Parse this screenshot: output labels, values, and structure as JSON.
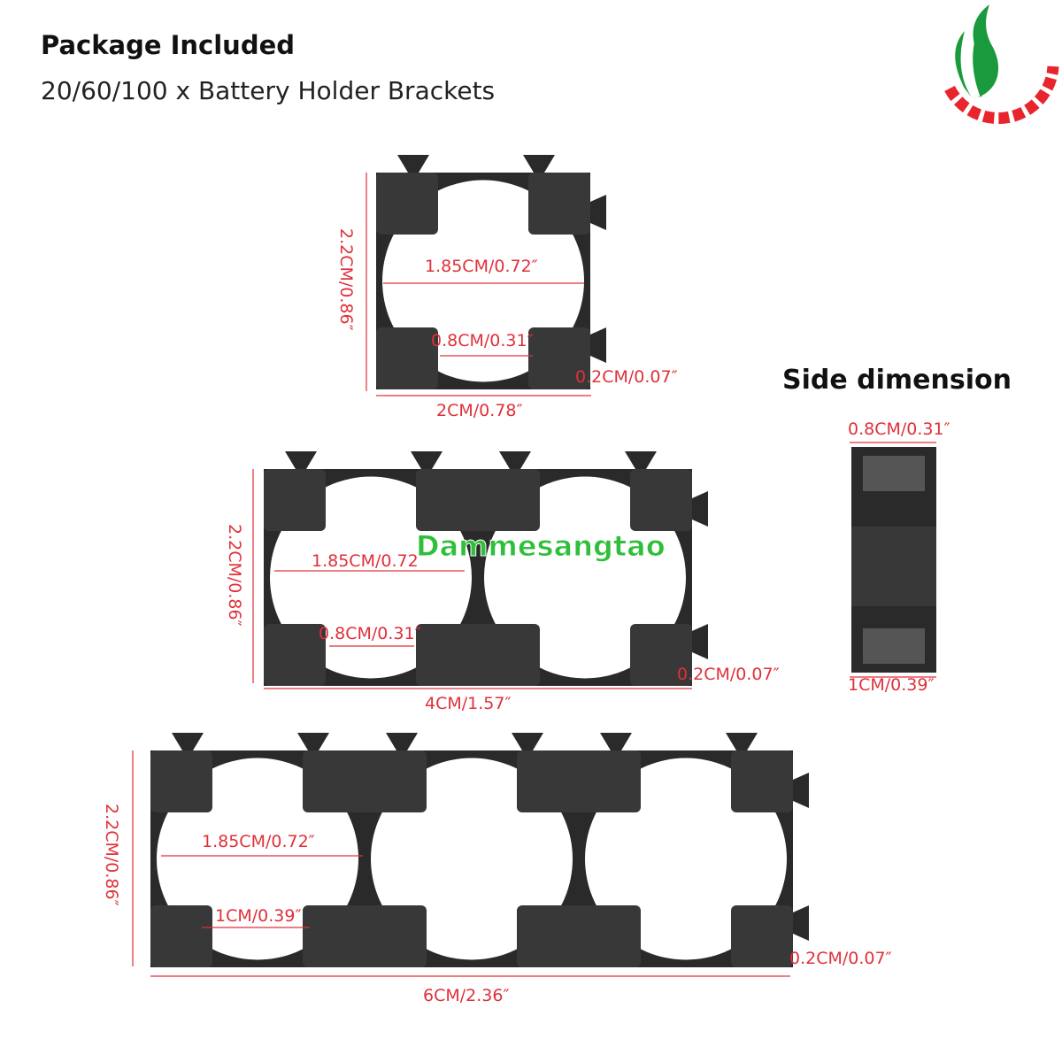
{
  "header": {
    "title": "Package Included",
    "subtitle": "20/60/100 x Battery Holder Brackets"
  },
  "side": {
    "title": "Side dimension",
    "top_dim": "0.8CM/0.31″",
    "bottom_dim": "1CM/0.39″"
  },
  "holder1": {
    "height": "2.2CM/0.86″",
    "diameter": "1.85CM/0.72″",
    "gap": "0.8CM/0.31″",
    "tab": "0.2CM/0.07″",
    "width": "2CM/0.78″"
  },
  "holder2": {
    "height": "2.2CM/0.86″",
    "diameter": "1.85CM/0.72",
    "gap": "0.8CM/0.31″",
    "tab": "0.2CM/0.07″",
    "width": "4CM/1.57″"
  },
  "holder3": {
    "height": "2.2CM/0.86″",
    "diameter": "1.85CM/0.72″",
    "gap": "1CM/0.39″",
    "tab": "0.2CM/0.07″",
    "width": "6CM/2.36″"
  },
  "watermark": "Dammesangtao",
  "colors": {
    "dimension": "#e0303a",
    "plastic": "#2a2a2a",
    "logo_green": "#1a9a3c",
    "logo_red": "#e8242c"
  }
}
